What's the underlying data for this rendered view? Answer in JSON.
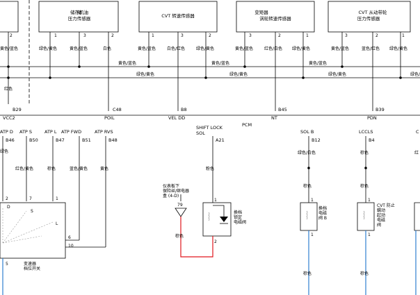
{
  "boxes": {
    "b1": "储存机油\n压力传感器",
    "b2": "CVT 转速传感器",
    "b3": "变矩器\n涡轮转速传感器",
    "b4": "CVT 从动带轮\n压力传感器",
    "b5": "仪表板下\n保险丝/继电器\n盒 (4-D)",
    "b6": "换档\n锁定\n电磁阀",
    "b7": "换档\n电磁\n阀 B",
    "b8": "CVT 防止\n蠕动\n起动\n电磁\n阀",
    "b9": "变速器\n档位开关"
  },
  "pins": {
    "p_b0_2": "2",
    "p_b1_1": "1",
    "p_b1_3": "3",
    "p_b1_2": "2",
    "p_b2_1": "1",
    "p_b2_3": "3",
    "p_b2_2": "2",
    "p_b3_3": "3",
    "p_b3_2": "2",
    "p_b3_1": "1",
    "p_b4_3": "3",
    "p_b4_2": "2",
    "p_b4_1": "1",
    "p_sw_2": "2",
    "p_sw_7": "7",
    "p_sw_1": "1",
    "p_sw_6": "6",
    "p_sw_10": "10",
    "p_sw_5": "5",
    "p_lk_1": "1",
    "p_lk_2": "2",
    "p_f_79": "79",
    "p_sb_1a": "1",
    "p_sb_1b": "1",
    "p_lc_1a": "1",
    "p_lc_1b": "1"
  },
  "wires_top": {
    "w0": "黄色/蓝色",
    "w1": "绿色/黄色",
    "w2": "黄色/蓝色",
    "w3": "白色",
    "w4": "黄色/蓝色",
    "w5": "白色/红色",
    "w6": "绿色/黄色",
    "w7": "黄色/蓝色",
    "w8": "红色/白色",
    "w9": "绿色/黄色",
    "w10": "黄色/蓝色",
    "w11": "蓝色/红色",
    "w12": "绿色/黄色",
    "bus_y1": "黄色/蓝色",
    "bus_y2": "黄色/蓝色",
    "bus_y3": "黄色/蓝色",
    "bus_g1": "绿色/黄色",
    "bus_g2": "绿色/黄色",
    "bus_g3": "绿色/黄色",
    "bus_g4": "绿色/黄色",
    "red": "红色"
  },
  "connectors": {
    "c1_pin": "B29",
    "c1_name": "VCC2",
    "c2_pin": "C48",
    "c2_name": "POIL",
    "c3_pin": "B8",
    "c3_name": "VEL DD",
    "c4_pin": "B45",
    "c4_name": "NT",
    "c5_pin": "B39",
    "c5_name": "PDN",
    "pcm": "PCM"
  },
  "lower_labels": {
    "atpd": "ATP D",
    "atps": "ATP S",
    "atpl": "ATP L",
    "atpfwd": "ATP FWD",
    "atprvs": "ATP RVS",
    "shift1": "SHIFT LOCK",
    "shift2": "SOL",
    "solb": "SOL B",
    "lccls": "LCCLS",
    "cut": "C",
    "b46": "B46",
    "b50": "B50",
    "b47": "B47",
    "b51": "B51",
    "b48": "B48",
    "a21": "A21",
    "b12": "B12",
    "b4": "B4",
    "wl1": "绿色",
    "wl2": "红色/黄色",
    "wl3": "棕色",
    "wl4": "蓝色/黄色",
    "wl5": "黄色",
    "wl6": "粉色",
    "wl7": "绿色/白色",
    "wl8": "棕色",
    "wl9": "红",
    "wl10": "棕色",
    "wl11": "棕色",
    "wl12": "棕色",
    "wl13": "粉色",
    "wl14": "棕色",
    "wl15": "棕色",
    "wl16": "棕色",
    "sw_d": "D",
    "sw_s": "S",
    "sw_l": "L"
  },
  "colors": {
    "line": "#000000",
    "red_wire": "#e0161c",
    "blue_wire": "#2f7fd0",
    "dashed": "#000000"
  }
}
